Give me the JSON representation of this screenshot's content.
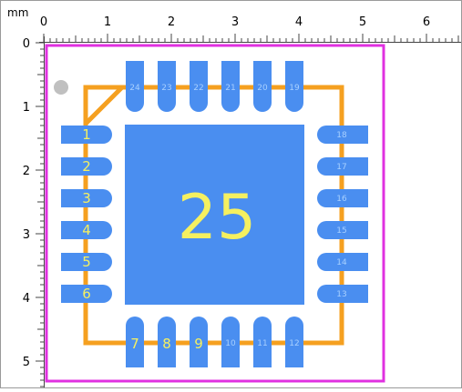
{
  "ruler": {
    "unit_label": "mm",
    "x_labels": [
      "0",
      "1",
      "2",
      "3",
      "4",
      "5",
      "6"
    ],
    "y_labels": [
      "0",
      "1",
      "2",
      "3",
      "4",
      "5"
    ]
  },
  "footprint": {
    "thermal_pad_label": "25",
    "pins_left": [
      "1",
      "2",
      "3",
      "4",
      "5",
      "6"
    ],
    "pins_bottom": [
      "7",
      "8",
      "9",
      "10",
      "11",
      "12"
    ],
    "pins_right": [
      "13",
      "14",
      "15",
      "16",
      "17",
      "18"
    ],
    "pins_top": [
      "19",
      "20",
      "21",
      "22",
      "23",
      "24"
    ]
  },
  "colors": {
    "pad": "#4a8ef0",
    "silkscreen": "#f5a020",
    "courtyard": "#e030e0",
    "pad_label_small": "#a8d0ff",
    "pad_label_large": "#f5f060",
    "thermal_label": "#f5f060",
    "pin1_marker": "#c0c0c0"
  }
}
